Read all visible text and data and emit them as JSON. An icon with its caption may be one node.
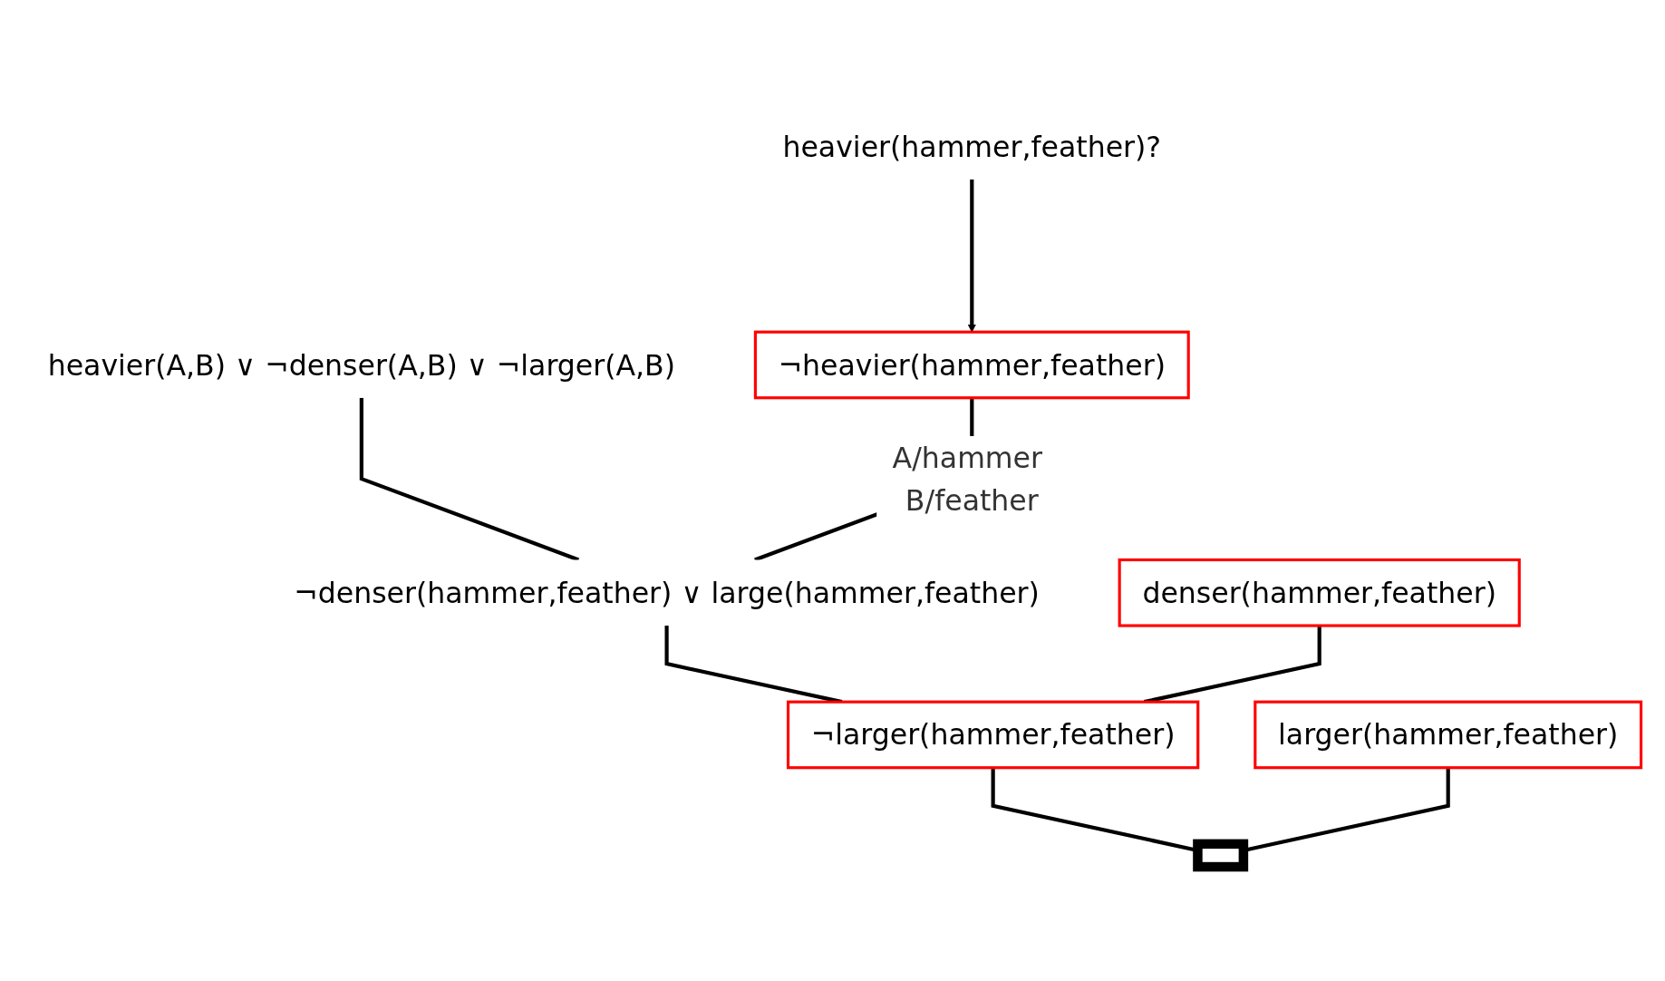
{
  "diagram": {
    "nodes": [
      {
        "text": [
          "heavier(hammer,feather)?"
        ]
      },
      {
        "text": [
          "heavier(A,B) ∨ ¬denser(A,B) ∨ ¬larger(A,B)"
        ]
      },
      {
        "text": [
          "¬heavier(hammer,feather)"
        ]
      },
      {
        "text": [
          "¬denser(hammer,feather) ∨ large(hammer,feather)"
        ]
      },
      {
        "text": [
          "denser(hammer,feather)"
        ]
      },
      {
        "text": [
          "¬larger(hammer,feather)"
        ]
      },
      {
        "text": [
          "larger(hammer,feather)"
        ]
      },
      {
        "text": [],
        "shape": "box"
      }
    ],
    "edges": [
      {
        "from": 0,
        "to": 2,
        "arrow": "to"
      },
      {
        "from": 1,
        "to": 3,
        "arrow": "none"
      },
      {
        "from": 2,
        "to": 3,
        "arrow": "none",
        "label": "A/hammer B/feather"
      },
      {
        "from": 3,
        "to": 5,
        "arrow": "none"
      },
      {
        "from": 4,
        "to": 5,
        "arrow": "none"
      },
      {
        "from": 5,
        "to": 7,
        "arrow": "none"
      },
      {
        "from": 6,
        "to": 7,
        "arrow": "none"
      }
    ]
  }
}
